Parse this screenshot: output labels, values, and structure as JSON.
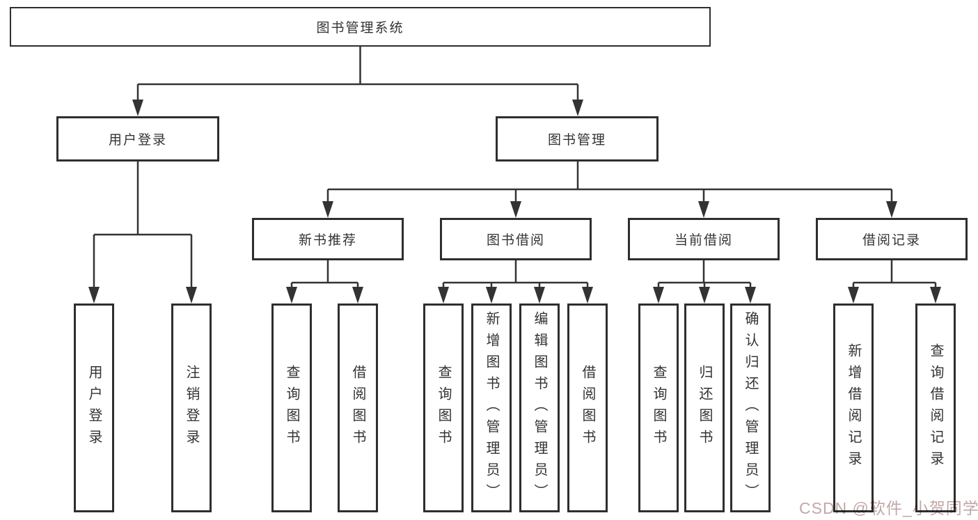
{
  "tree": {
    "root": {
      "label": "图书管理系统",
      "children": [
        {
          "label": "用户登录",
          "children": [
            {
              "label": "用户登录"
            },
            {
              "label": "注销登录"
            }
          ]
        },
        {
          "label": "图书管理",
          "children": [
            {
              "label": "新书推荐",
              "children": [
                {
                  "label": "查询图书"
                },
                {
                  "label": "借阅图书"
                }
              ]
            },
            {
              "label": "图书借阅",
              "children": [
                {
                  "label": "查询图书"
                },
                {
                  "label": "新增图书（管理员）"
                },
                {
                  "label": "编辑图书（管理员）"
                },
                {
                  "label": "借阅图书"
                }
              ]
            },
            {
              "label": "当前借阅",
              "children": [
                {
                  "label": "查询图书"
                },
                {
                  "label": "归还图书"
                },
                {
                  "label": "确认归还（管理员）"
                }
              ]
            },
            {
              "label": "借阅记录",
              "children": [
                {
                  "label": "新增借阅记录"
                },
                {
                  "label": "查询借阅记录"
                }
              ]
            }
          ]
        }
      ]
    }
  },
  "colors": {
    "line": "#333333",
    "box_border": "#2e2e2e",
    "background": "#ffffff",
    "watermark": "#c2a7a7"
  },
  "watermark": {
    "text": "CSDN @软件_小贺同学"
  }
}
